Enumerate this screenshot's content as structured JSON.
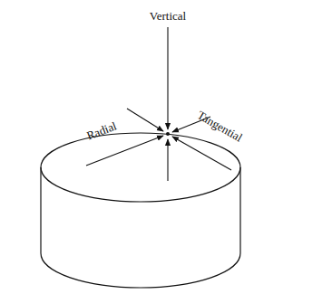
{
  "diagram": {
    "labels": [
      "Vertical",
      "Radial",
      "Tangential"
    ]
  }
}
